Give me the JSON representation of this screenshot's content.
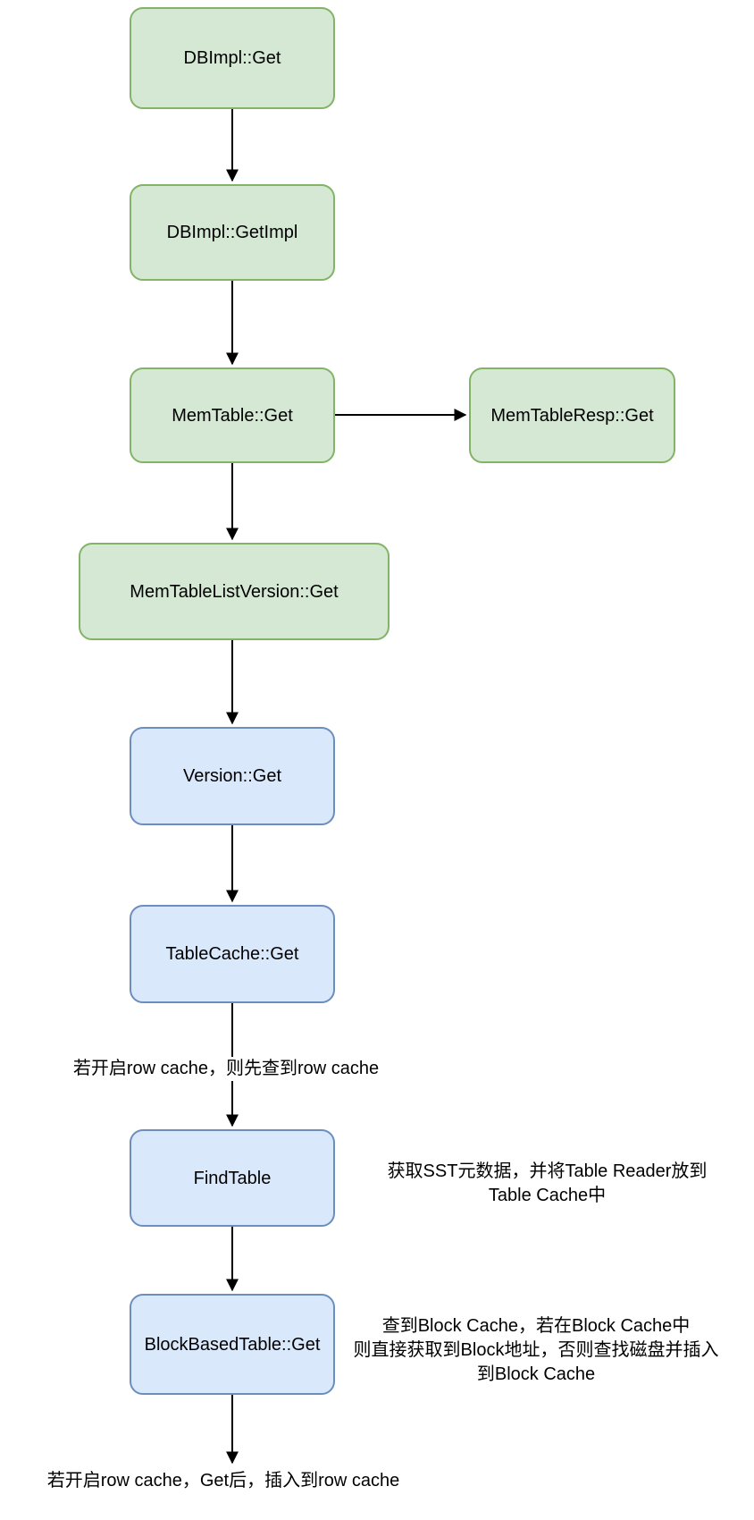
{
  "nodes": {
    "dbimpl_get": "DBImpl::Get",
    "dbimpl_getimpl": "DBImpl::GetImpl",
    "memtable_get": "MemTable::Get",
    "memtableresp_get": "MemTableResp::Get",
    "memtablelistversion_get": "MemTableListVersion::Get",
    "version_get": "Version::Get",
    "tablecache_get": "TableCache::Get",
    "findtable": "FindTable",
    "blockbasedtable_get": "BlockBasedTable::Get"
  },
  "annotations": {
    "row_cache_lookup": "若开启row cache，则先查到row cache",
    "findtable_note": {
      "line1": "获取SST元数据，并将Table Reader放到",
      "line2": "Table Cache中"
    },
    "block_cache_note": {
      "line1": "查到Block Cache，若在Block Cache中",
      "line2": "则直接获取到Block地址，否则查找磁盘并插入",
      "line3": "到Block Cache"
    },
    "row_cache_insert": "若开启row cache，Get后，插入到row cache"
  },
  "colors": {
    "green_fill": "#d5e8d4",
    "green_stroke": "#82b366",
    "blue_fill": "#dae8fc",
    "blue_stroke": "#6c8ebf",
    "arrow": "#000000",
    "text": "#000000"
  }
}
